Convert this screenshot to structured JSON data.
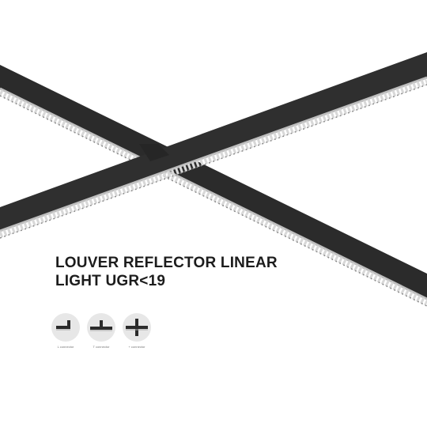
{
  "headline": {
    "line1": "LOUVER REFLECTOR LINEAR",
    "line2": "LIGHT UGR<19"
  },
  "connectors": [
    {
      "caption": "L connector",
      "icon": "l-connector-icon"
    },
    {
      "caption": "T connector",
      "icon": "t-connector-icon"
    },
    {
      "caption": "+ connector",
      "icon": "cross-connector-icon"
    }
  ],
  "colors": {
    "fixture_body": "#2b2b2b",
    "reflector": "#e4e4e4",
    "background": "#ffffff",
    "icon_disc": "#e7e7e7"
  }
}
